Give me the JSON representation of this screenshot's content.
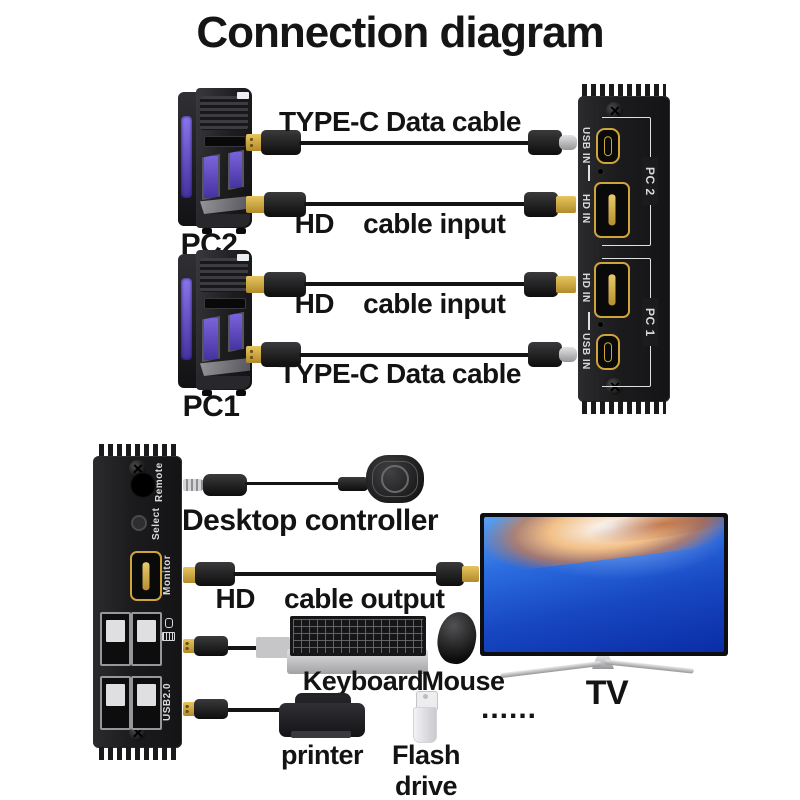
{
  "title": "Connection diagram",
  "top": {
    "pc2_label": "PC2",
    "pc1_label": "PC1",
    "cable1_label": "TYPE-C Data cable",
    "cable2_label": "HD    cable input",
    "cable3_label": "HD    cable input",
    "cable4_label": "TYPE-C Data cable",
    "switch": {
      "group_pc2": {
        "label": "PC 2",
        "port_top": "USB IN",
        "port_bottom": "HD IN"
      },
      "group_pc1": {
        "label": "PC 1",
        "port_top": "HD IN",
        "port_bottom": "USB IN"
      }
    }
  },
  "bottom": {
    "dock": {
      "remote": "Remote",
      "select": "Select",
      "monitor": "Monitor",
      "usb20": "USB2.0"
    },
    "controller_label": "Desktop controller",
    "output_cable_label": "HD    cable output",
    "keyboard_label": "Keyboard",
    "mouse_label": "Mouse",
    "printer_label": "printer",
    "flash_drive_label": "Flash drive",
    "more_dots": "......",
    "tv_label": "TV"
  },
  "colors": {
    "port_gold": "#cfa43b",
    "device_black": "#1b1b1d",
    "screen_blue": "#1c55cc",
    "accent_purple": "#6a54d8"
  }
}
